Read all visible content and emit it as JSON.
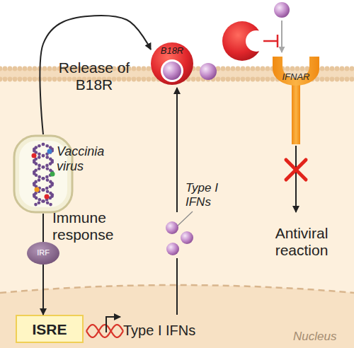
{
  "diagram": {
    "nodes": [
      {
        "text": [
          "Vaccinia virus"
        ]
      },
      {
        "text": [
          "IRF"
        ]
      },
      {
        "text": [
          "ISRE"
        ]
      },
      {
        "text": [
          "B18R"
        ]
      },
      {
        "text": [
          "IFNAR"
        ]
      }
    ],
    "edges": [
      {
        "from": 0,
        "to": 3,
        "label": "Release of B18R",
        "arrow": "to"
      },
      {
        "from": 0,
        "to": 1,
        "label": "Immune response",
        "arrow": "none"
      },
      {
        "from": 1,
        "to": 2,
        "arrow": "to"
      }
    ],
    "labels": [
      "Type I IFNs",
      "Antiviral reaction",
      "Type I IFNs",
      "Nucleus"
    ]
  }
}
